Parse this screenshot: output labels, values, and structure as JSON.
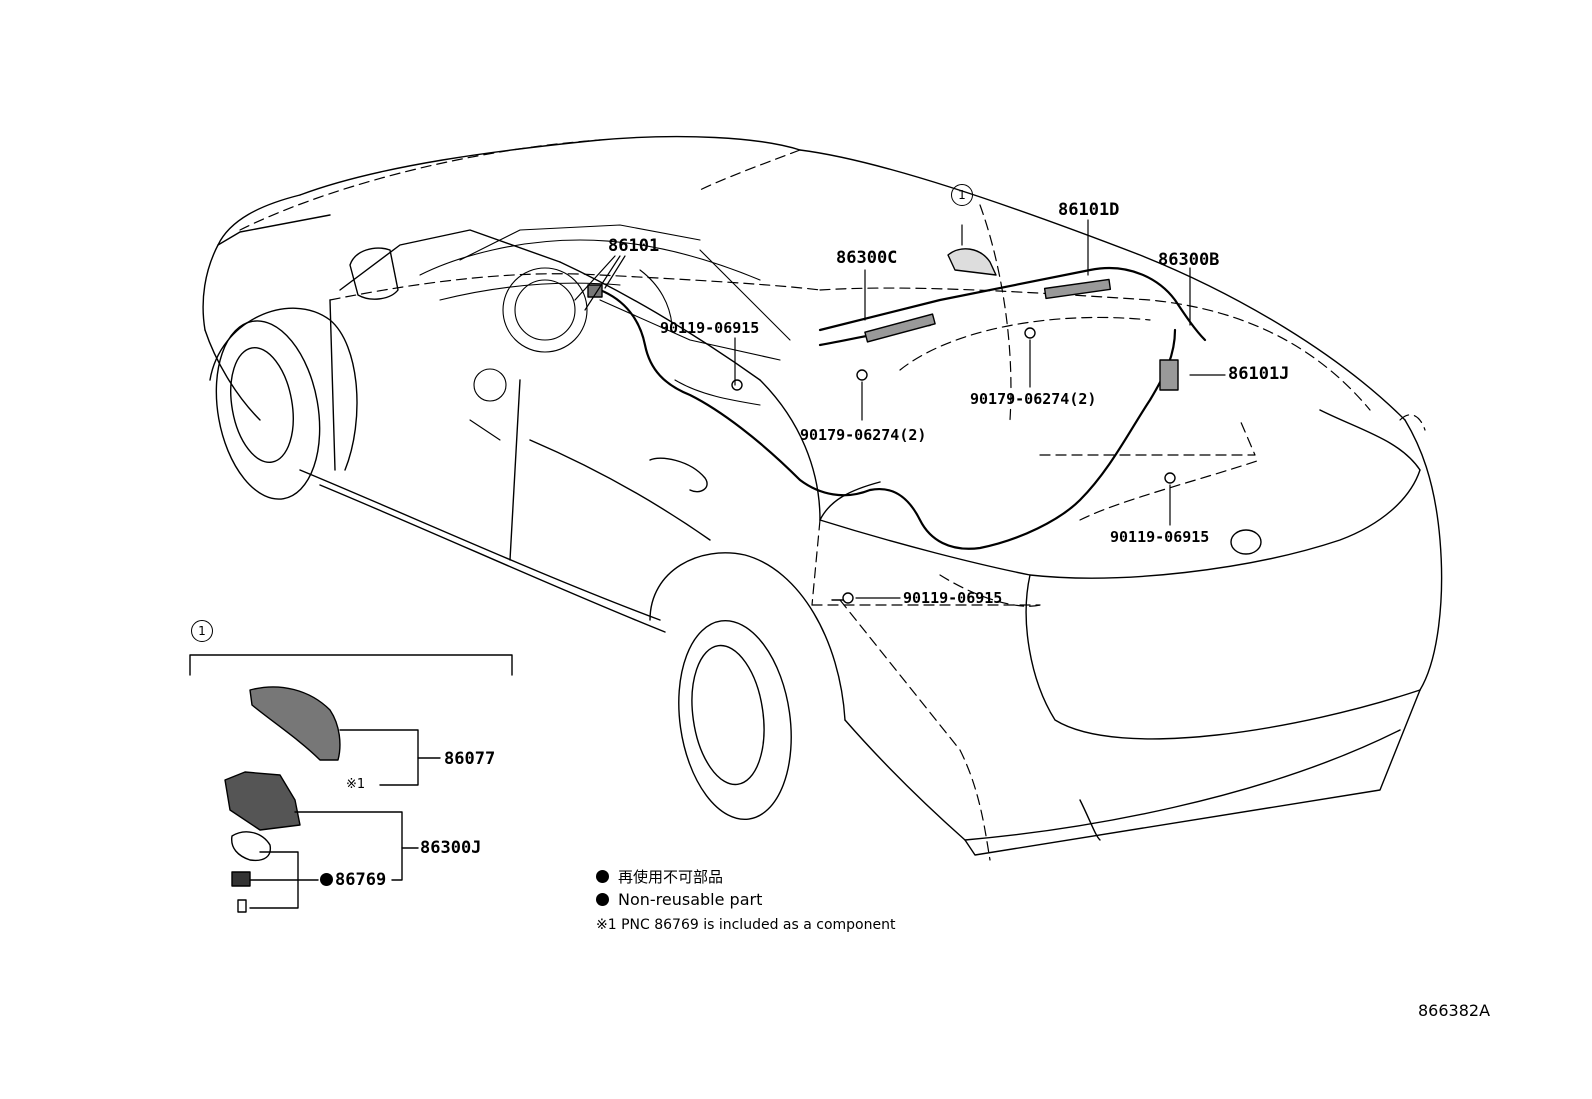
{
  "diagram_ref": "866382A",
  "callout_marker": "1",
  "callouts": {
    "c86101": "86101",
    "c86101D": "86101D",
    "c86300C": "86300C",
    "c86300B": "86300B",
    "c86101J": "86101J",
    "c90119_a": "90119-06915",
    "c90179_a": "90179-06274(2)",
    "c90179_b": "90179-06274(2)",
    "c90119_b": "90119-06915",
    "c90119_c": "90119-06915"
  },
  "detail": {
    "marker": "1",
    "p86077": "86077",
    "p86300J": "86300J",
    "p86769": "86769",
    "note_ref": "※1"
  },
  "legend": {
    "jp": "再使用不可部品",
    "en": "Non-reusable part",
    "footnote": "※1 PNC 86769 is included as a component"
  },
  "colors": {
    "ink": "#000000",
    "paper": "#ffffff"
  }
}
